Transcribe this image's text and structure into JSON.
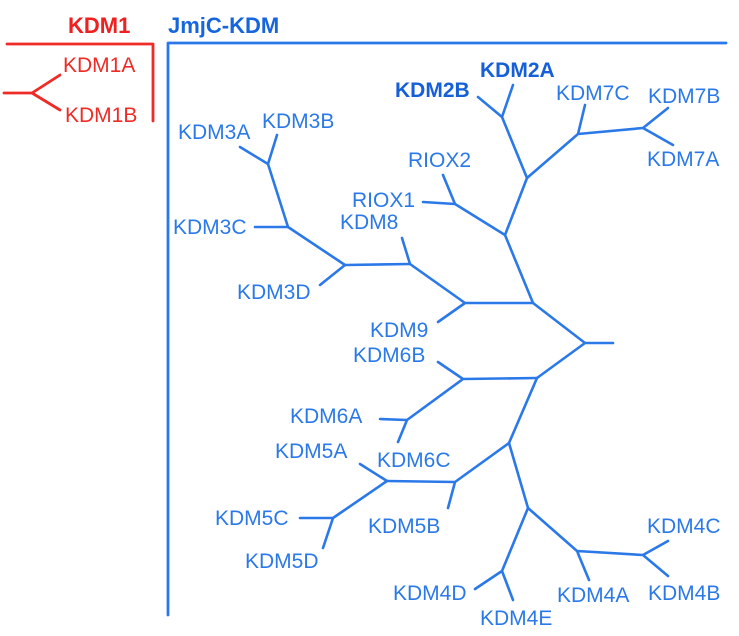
{
  "figure": {
    "type": "phylogenetic-tree",
    "families": [
      {
        "title": "KDM1",
        "color": "#ee2b26",
        "members": [
          "KDM1A",
          "KDM1B"
        ]
      },
      {
        "title": "JmjC-KDM",
        "color": "#2b79e8",
        "bold_members": [
          "KDM2A",
          "KDM2B"
        ],
        "members": [
          "KDM2A",
          "KDM2B",
          "KDM7C",
          "KDM7B",
          "KDM7A",
          "RIOX2",
          "RIOX1",
          "KDM8",
          "KDM3A",
          "KDM3B",
          "KDM3C",
          "KDM3D",
          "KDM9",
          "KDM6B",
          "KDM6A",
          "KDM6C",
          "KDM5A",
          "KDM5B",
          "KDM5C",
          "KDM5D",
          "KDM4C",
          "KDM4B",
          "KDM4A",
          "KDM4D",
          "KDM4E"
        ]
      }
    ]
  },
  "labels": {
    "kdm1a": "KDM1A",
    "kdm1b": "KDM1B",
    "kdm2a": "KDM2A",
    "kdm2b": "KDM2B",
    "kdm7c": "KDM7C",
    "kdm7b": "KDM7B",
    "kdm7a": "KDM7A",
    "riox2": "RIOX2",
    "riox1": "RIOX1",
    "kdm8": "KDM8",
    "kdm3a": "KDM3A",
    "kdm3b": "KDM3B",
    "kdm3c": "KDM3C",
    "kdm3d": "KDM3D",
    "kdm9": "KDM9",
    "kdm6b": "KDM6B",
    "kdm6a": "KDM6A",
    "kdm6c": "KDM6C",
    "kdm5a": "KDM5A",
    "kdm5b": "KDM5B",
    "kdm5c": "KDM5C",
    "kdm5d": "KDM5D",
    "kdm4d": "KDM4D",
    "kdm4e": "KDM4E",
    "kdm4a": "KDM4A",
    "kdm4b": "KDM4B",
    "kdm4c": "KDM4C"
  }
}
